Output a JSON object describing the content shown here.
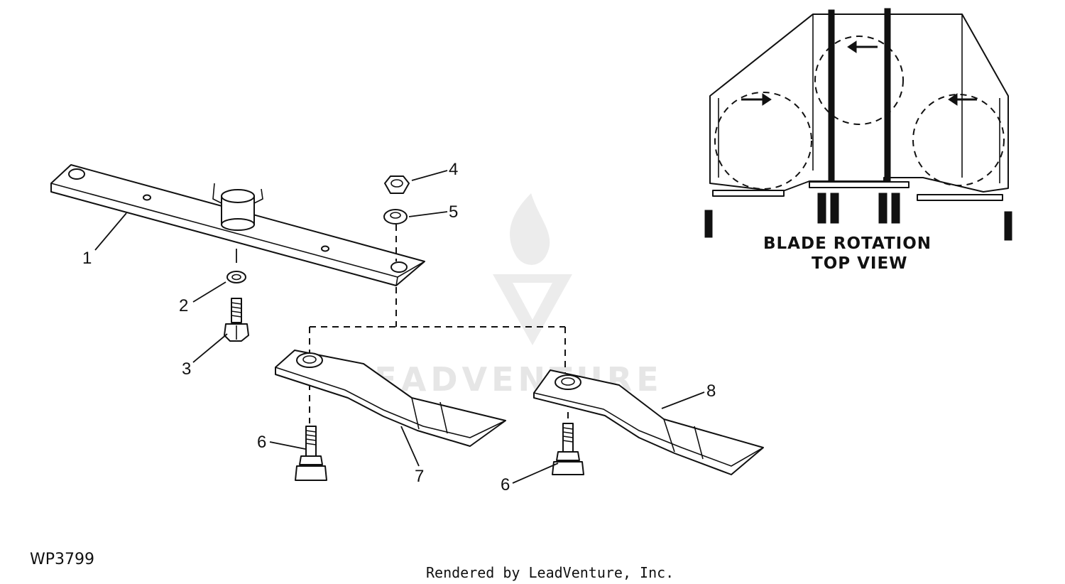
{
  "callouts": {
    "c1": "1",
    "c2": "2",
    "c3": "3",
    "c4": "4",
    "c5": "5",
    "c6a": "6",
    "c6b": "6",
    "c7": "7",
    "c8": "8"
  },
  "inset": {
    "line1": "BLADE ROTATION",
    "line2": "TOP VIEW"
  },
  "drawing_code": "WP3799",
  "footer": "Rendered by LeadVenture, Inc.",
  "watermark": "LEADVENTURE"
}
